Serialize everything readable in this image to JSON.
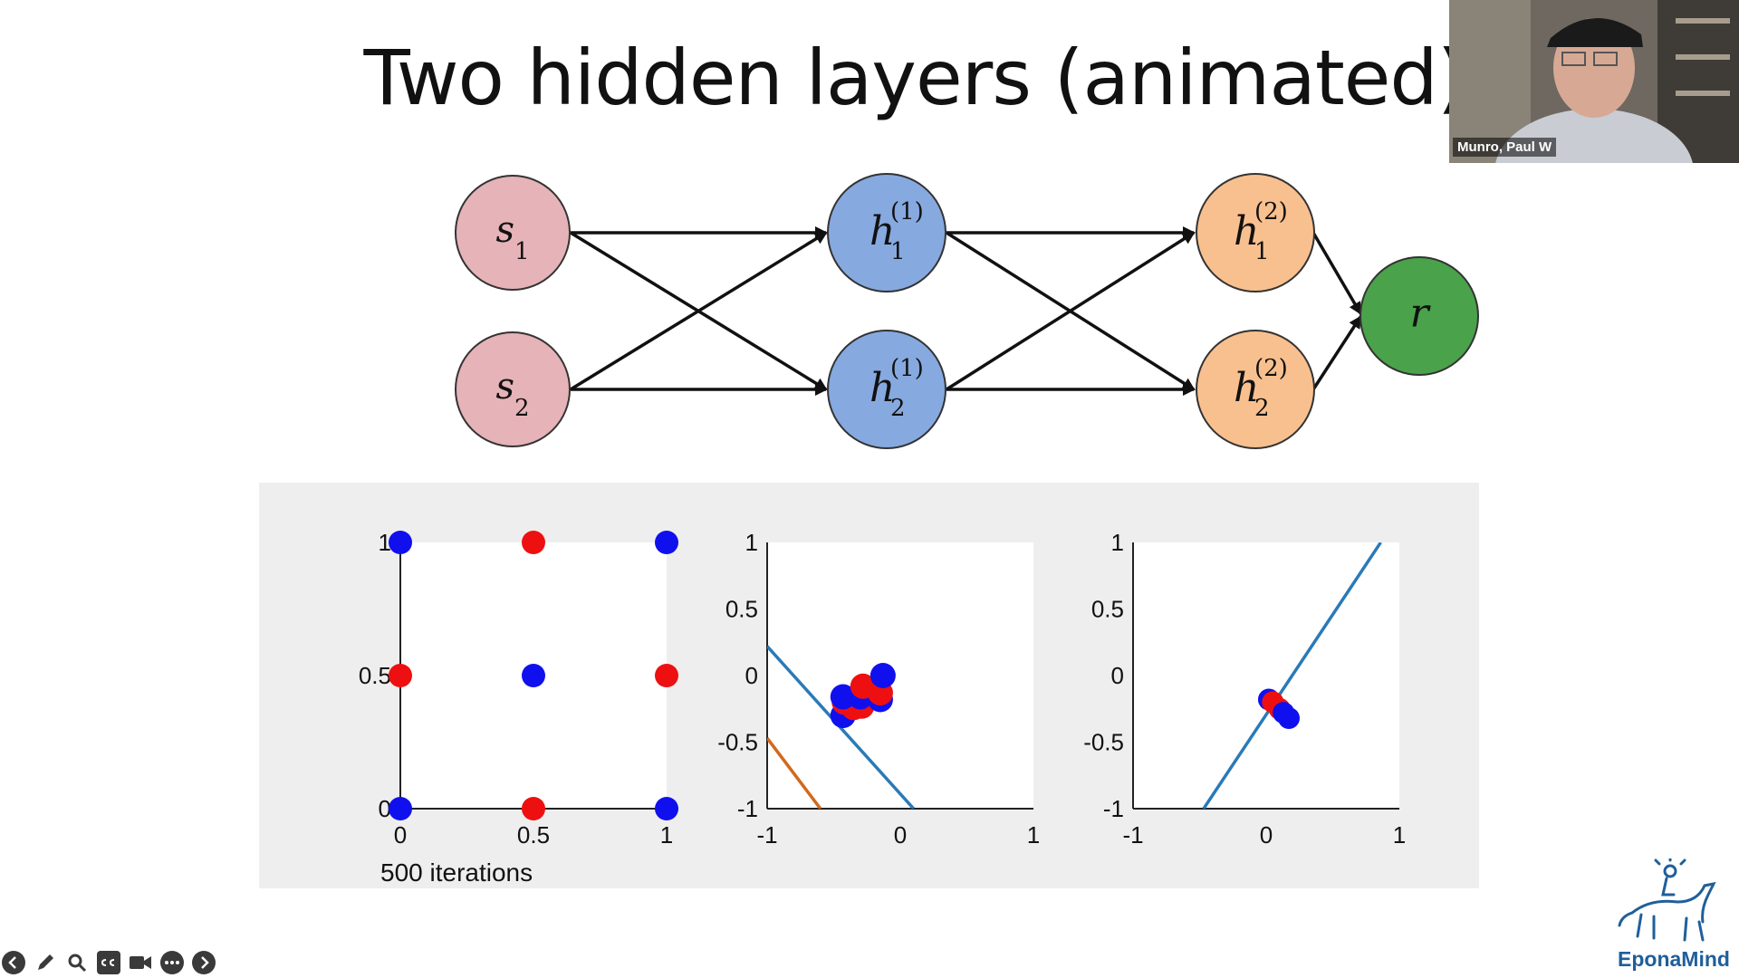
{
  "slide": {
    "title": "Two hidden layers (animated)"
  },
  "network": {
    "nodes": {
      "s1": {
        "base": "s",
        "sub": "1",
        "sup": "",
        "color": "#e6b3b8"
      },
      "s2": {
        "base": "s",
        "sub": "2",
        "sup": "",
        "color": "#e6b3b8"
      },
      "h11": {
        "base": "h",
        "sub": "1",
        "sup": "(1)",
        "color": "#86a9e0"
      },
      "h21": {
        "base": "h",
        "sub": "2",
        "sup": "(1)",
        "color": "#86a9e0"
      },
      "h12": {
        "base": "h",
        "sub": "1",
        "sup": "(2)",
        "color": "#f9c08f"
      },
      "h22": {
        "base": "h",
        "sub": "2",
        "sup": "(2)",
        "color": "#f9c08f"
      },
      "r": {
        "base": "r",
        "sub": "",
        "sup": "",
        "color": "#4aa24a"
      }
    }
  },
  "chart_data": [
    {
      "type": "scatter",
      "xlim": [
        0,
        1
      ],
      "ylim": [
        0,
        1
      ],
      "xticks": [
        "0",
        "0.5",
        "1"
      ],
      "yticks": [
        "0",
        "0.5",
        "1"
      ],
      "points": [
        {
          "x": 0,
          "y": 1,
          "c": "blue"
        },
        {
          "x": 0.5,
          "y": 1,
          "c": "red"
        },
        {
          "x": 1,
          "y": 1,
          "c": "blue"
        },
        {
          "x": 0,
          "y": 0.5,
          "c": "red"
        },
        {
          "x": 0.5,
          "y": 0.5,
          "c": "blue"
        },
        {
          "x": 1,
          "y": 0.5,
          "c": "red"
        },
        {
          "x": 0,
          "y": 0,
          "c": "blue"
        },
        {
          "x": 0.5,
          "y": 0,
          "c": "red"
        },
        {
          "x": 1,
          "y": 0,
          "c": "blue"
        }
      ],
      "lines": [],
      "note": "500 iterations"
    },
    {
      "type": "scatter",
      "xlim": [
        -1,
        1
      ],
      "ylim": [
        -1,
        1
      ],
      "xticks": [
        "-1",
        "0",
        "1"
      ],
      "yticks": [
        "-1",
        "-0.5",
        "0",
        "0.5",
        "1"
      ],
      "points": [
        {
          "x": -0.43,
          "y": -0.3,
          "c": "blue"
        },
        {
          "x": -0.35,
          "y": -0.24,
          "c": "red"
        },
        {
          "x": -0.42,
          "y": -0.2,
          "c": "red"
        },
        {
          "x": -0.29,
          "y": -0.23,
          "c": "red"
        },
        {
          "x": -0.3,
          "y": -0.16,
          "c": "blue"
        },
        {
          "x": -0.15,
          "y": -0.18,
          "c": "blue"
        },
        {
          "x": -0.43,
          "y": -0.16,
          "c": "blue"
        },
        {
          "x": -0.28,
          "y": -0.08,
          "c": "red"
        },
        {
          "x": -0.15,
          "y": -0.13,
          "c": "red"
        },
        {
          "x": -0.13,
          "y": 0.0,
          "c": "blue"
        }
      ],
      "lines": [
        {
          "color": "#2a7ab8",
          "x1": -1,
          "y1": 0.22,
          "x2": 0.1,
          "y2": -1
        },
        {
          "color": "#d2691e",
          "x1": -1,
          "y1": -0.47,
          "x2": -0.6,
          "y2": -1
        }
      ]
    },
    {
      "type": "scatter",
      "xlim": [
        -1,
        1
      ],
      "ylim": [
        -1,
        1
      ],
      "xticks": [
        "-1",
        "0",
        "1"
      ],
      "yticks": [
        "-1",
        "-0.5",
        "0",
        "0.5",
        "1"
      ],
      "points": [
        {
          "x": 0.02,
          "y": -0.18,
          "c": "blue"
        },
        {
          "x": 0.05,
          "y": -0.2,
          "c": "red"
        },
        {
          "x": 0.1,
          "y": -0.25,
          "c": "red"
        },
        {
          "x": 0.13,
          "y": -0.28,
          "c": "blue"
        },
        {
          "x": 0.17,
          "y": -0.32,
          "c": "blue"
        }
      ],
      "lines": [
        {
          "color": "#2a7ab8",
          "x1": -0.47,
          "y1": -1,
          "x2": 0.86,
          "y2": 1
        }
      ]
    }
  ],
  "webcam": {
    "name": "Munro, Paul W"
  },
  "brand": {
    "name": "EponaMind",
    "color": "#1f5f9a"
  },
  "controls": [
    {
      "name": "previous-slide-icon"
    },
    {
      "name": "pen-icon"
    },
    {
      "name": "magnifier-icon"
    },
    {
      "name": "captions-icon"
    },
    {
      "name": "video-camera-icon"
    },
    {
      "name": "more-options-icon"
    },
    {
      "name": "next-slide-icon"
    }
  ]
}
